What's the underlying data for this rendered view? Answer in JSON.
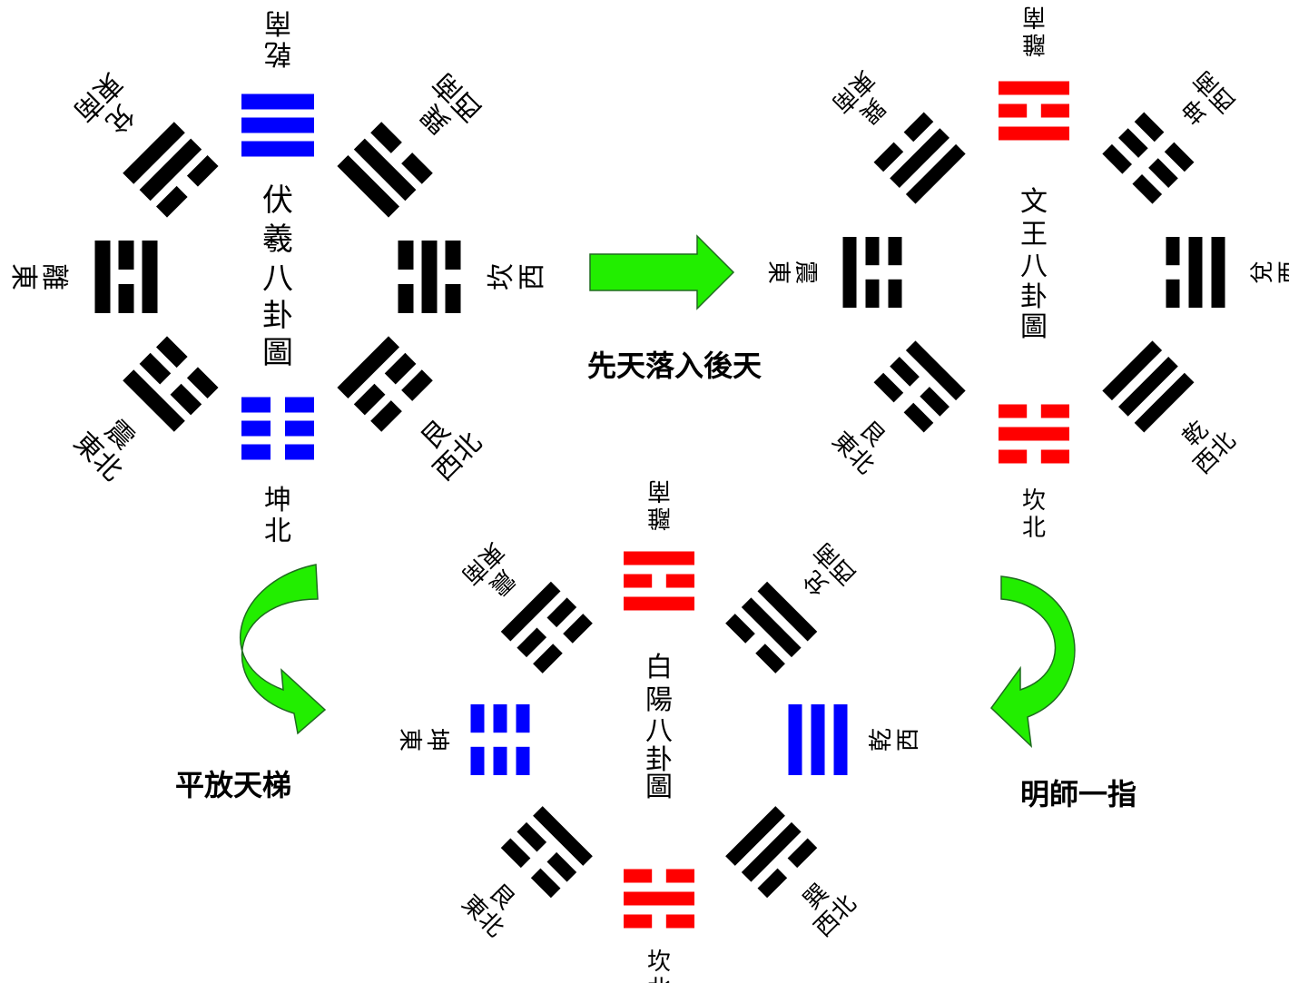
{
  "colors": {
    "black": "#000000",
    "blue": "#0000ff",
    "red": "#ff0000",
    "arrow_fill": "#22ee00",
    "arrow_stroke": "#1f6b1f"
  },
  "fuxi": {
    "title": [
      "伏",
      "羲",
      "八",
      "卦",
      "圖"
    ],
    "trigrams": [
      {
        "id": "top",
        "name": "乾",
        "dir": "南",
        "lines": [
          1,
          1,
          1
        ],
        "color": "#0000ff"
      },
      {
        "id": "top-right",
        "name": "巽",
        "dir": "西南",
        "lines": [
          1,
          1,
          0
        ],
        "color": "#000000"
      },
      {
        "id": "right",
        "name": "坎",
        "dir": "西",
        "lines": [
          0,
          1,
          0
        ],
        "color": "#000000"
      },
      {
        "id": "bottom-right",
        "name": "艮",
        "dir": "西北",
        "lines": [
          1,
          0,
          0
        ],
        "color": "#000000"
      },
      {
        "id": "bottom",
        "name": "坤",
        "dir": "北",
        "lines": [
          0,
          0,
          0
        ],
        "color": "#0000ff"
      },
      {
        "id": "bottom-left",
        "name": "震",
        "dir": "東北",
        "lines": [
          0,
          0,
          1
        ],
        "color": "#000000"
      },
      {
        "id": "left",
        "name": "離",
        "dir": "東",
        "lines": [
          1,
          0,
          1
        ],
        "color": "#000000"
      },
      {
        "id": "top-left",
        "name": "兌",
        "dir": "東南",
        "lines": [
          0,
          1,
          1
        ],
        "color": "#000000"
      }
    ]
  },
  "wenwang": {
    "title": [
      "文",
      "王",
      "八",
      "卦",
      "圖"
    ],
    "trigrams": [
      {
        "id": "top",
        "name": "離",
        "dir": "南",
        "lines": [
          1,
          0,
          1
        ],
        "color": "#ff0000"
      },
      {
        "id": "top-right",
        "name": "坤",
        "dir": "西南",
        "lines": [
          0,
          0,
          0
        ],
        "color": "#000000"
      },
      {
        "id": "right",
        "name": "兌",
        "dir": "西",
        "lines": [
          0,
          1,
          1
        ],
        "color": "#000000"
      },
      {
        "id": "bottom-right",
        "name": "乾",
        "dir": "西北",
        "lines": [
          1,
          1,
          1
        ],
        "color": "#000000"
      },
      {
        "id": "bottom",
        "name": "坎",
        "dir": "北",
        "lines": [
          0,
          1,
          0
        ],
        "color": "#ff0000"
      },
      {
        "id": "bottom-left",
        "name": "艮",
        "dir": "東北",
        "lines": [
          1,
          0,
          0
        ],
        "color": "#000000"
      },
      {
        "id": "left",
        "name": "震",
        "dir": "東",
        "lines": [
          0,
          0,
          1
        ],
        "color": "#000000"
      },
      {
        "id": "top-left",
        "name": "巽",
        "dir": "東南",
        "lines": [
          1,
          1,
          0
        ],
        "color": "#000000"
      }
    ]
  },
  "baiyang": {
    "title": [
      "白",
      "陽",
      "八",
      "卦",
      "圖"
    ],
    "trigrams": [
      {
        "id": "top",
        "name": "離",
        "dir": "南",
        "lines": [
          1,
          0,
          1
        ],
        "color": "#ff0000"
      },
      {
        "id": "top-right",
        "name": "兌",
        "dir": "西南",
        "lines": [
          0,
          1,
          1
        ],
        "color": "#000000"
      },
      {
        "id": "right",
        "name": "乾",
        "dir": "西",
        "lines": [
          1,
          1,
          1
        ],
        "color": "#0000ff"
      },
      {
        "id": "bottom-right",
        "name": "巽",
        "dir": "西北",
        "lines": [
          1,
          1,
          0
        ],
        "color": "#000000"
      },
      {
        "id": "bottom",
        "name": "坎",
        "dir": "北",
        "lines": [
          0,
          1,
          0
        ],
        "color": "#ff0000"
      },
      {
        "id": "bottom-left",
        "name": "艮",
        "dir": "東北",
        "lines": [
          1,
          0,
          0
        ],
        "color": "#000000"
      },
      {
        "id": "left",
        "name": "坤",
        "dir": "東",
        "lines": [
          0,
          0,
          0
        ],
        "color": "#0000ff"
      },
      {
        "id": "top-left",
        "name": "震",
        "dir": "東南",
        "lines": [
          0,
          0,
          1
        ],
        "color": "#000000"
      }
    ]
  },
  "captions": {
    "xiantian_to_houtian": "先天落入後天",
    "pingfang_tianti": "平放天梯",
    "mingshi_yizhi": "明師一指"
  }
}
